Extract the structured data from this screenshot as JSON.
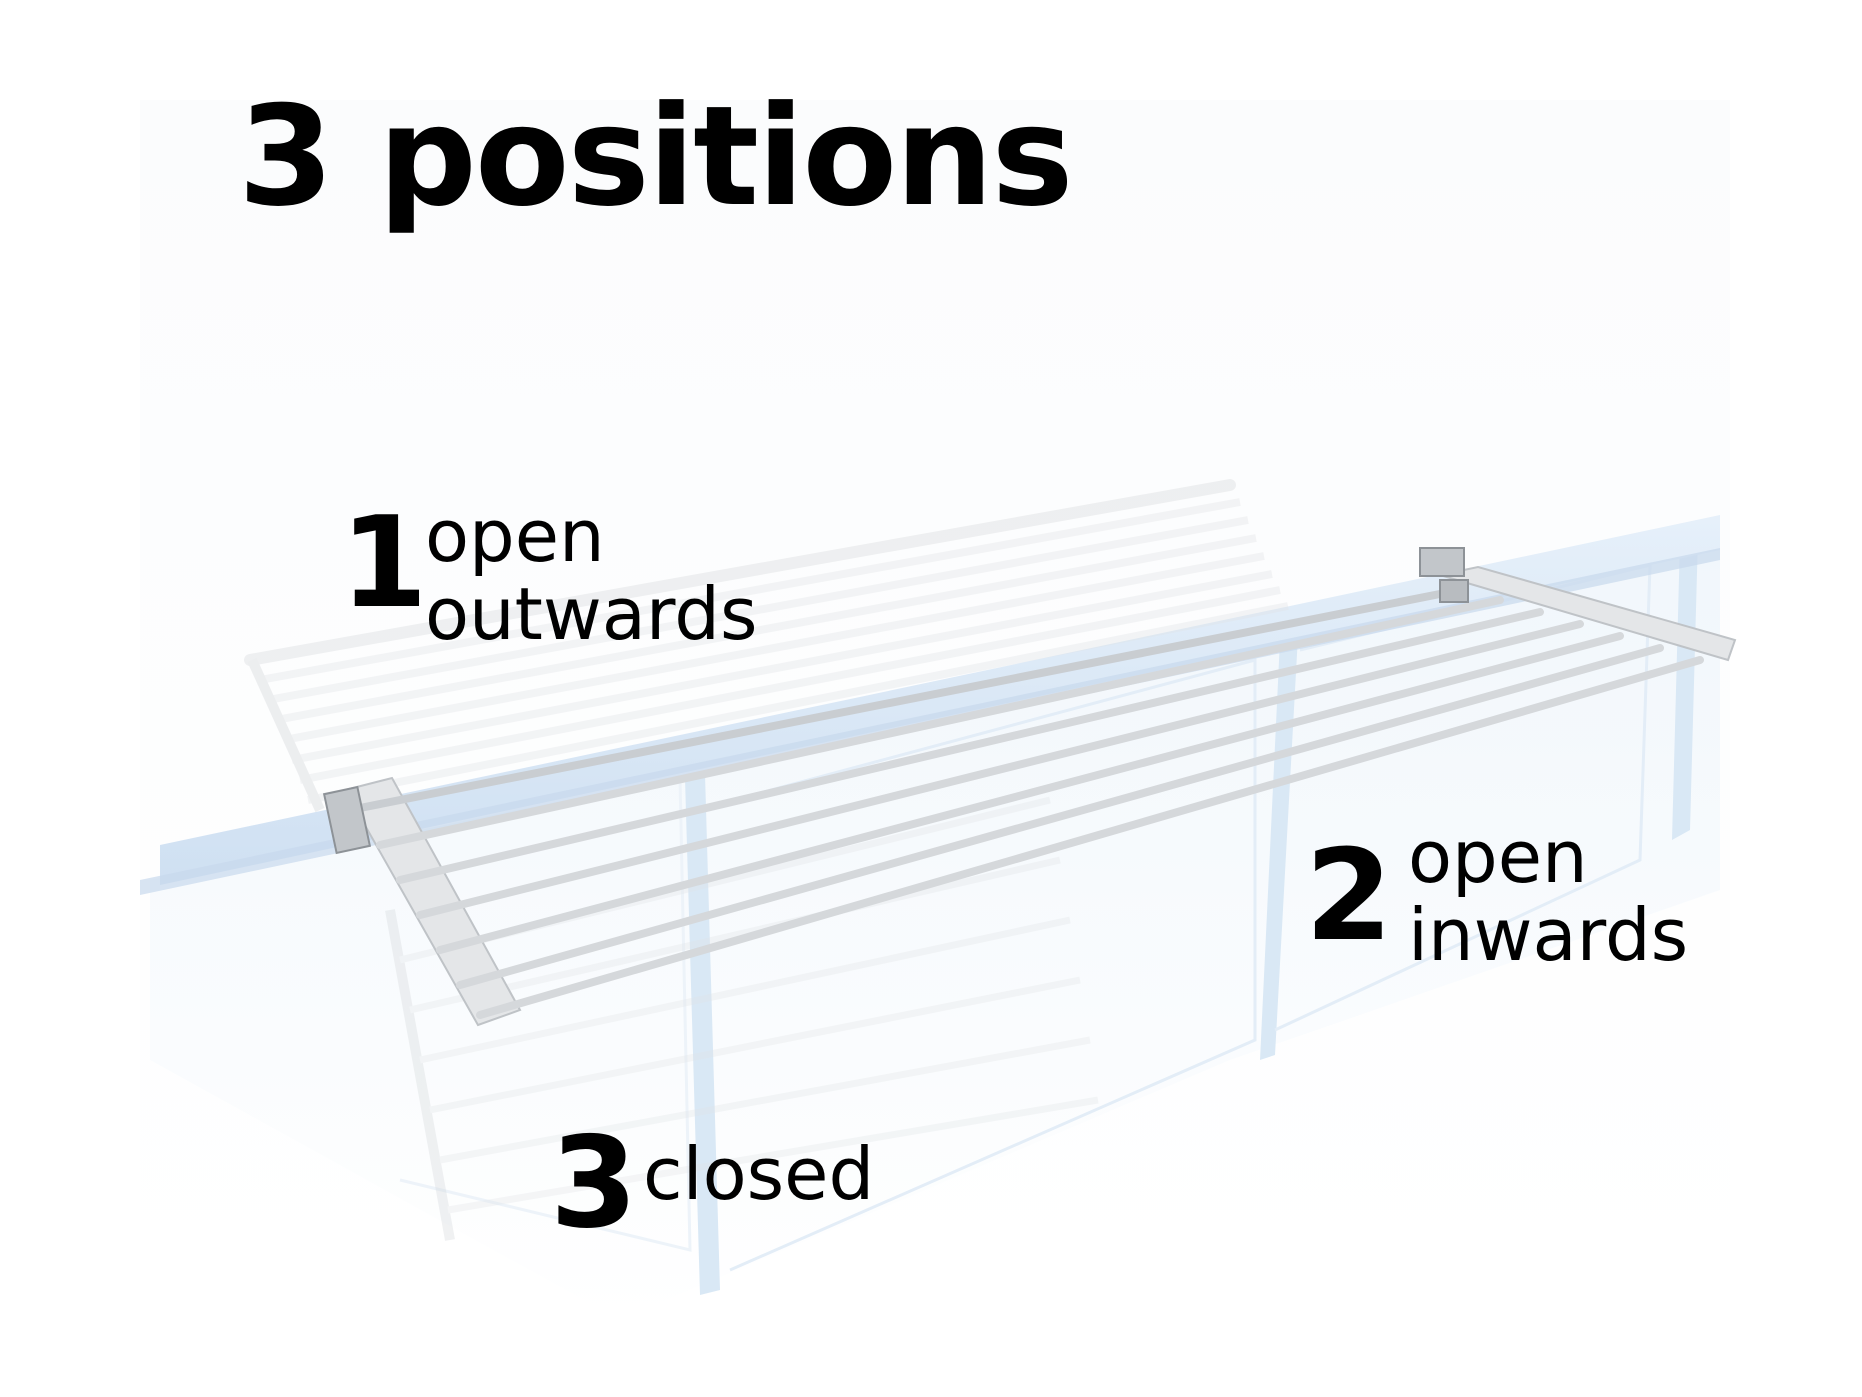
{
  "title": "3 positions",
  "positions": [
    {
      "number": "1",
      "lines": [
        "open",
        "outwards"
      ]
    },
    {
      "number": "2",
      "lines": [
        "open",
        "inwards"
      ]
    },
    {
      "number": "3",
      "lines": [
        "closed"
      ]
    }
  ]
}
